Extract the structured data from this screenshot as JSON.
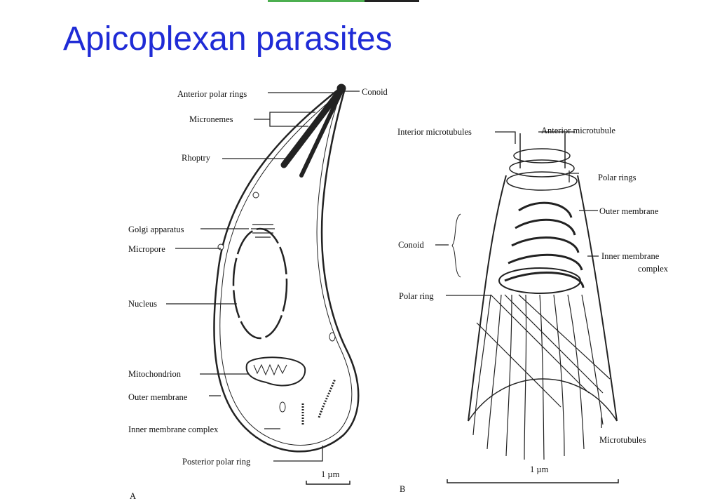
{
  "slide": {
    "title": "Apicoplexan parasites",
    "progress": 0.64
  },
  "colors": {
    "title": "#1f2bd6",
    "progress_fill": "#4caf50",
    "progress_track": "#222222"
  },
  "figure_a": {
    "panel_label": "A",
    "scale": "1 µm",
    "labels": {
      "anterior_polar_rings": "Anterior polar rings",
      "conoid": "Conoid",
      "micronemes": "Micronemes",
      "rhoptry": "Rhoptry",
      "golgi": "Golgi apparatus",
      "micropore": "Micropore",
      "nucleus": "Nucleus",
      "mitochondrion": "Mitochondrion",
      "outer_membrane": "Outer membrane",
      "inner_membrane": "Inner membrane complex",
      "posterior_ring": "Posterior polar ring"
    }
  },
  "figure_b": {
    "panel_label": "B",
    "scale": "1 µm",
    "labels": {
      "interior_microtubules": "Interior microtubules",
      "anterior_microtubule": "Anterior microtubule",
      "polar_rings": "Polar rings",
      "outer_membrane": "Outer membrane",
      "conoid": "Conoid",
      "inner_membrane_1": "Inner membrane",
      "inner_membrane_2": "complex",
      "polar_ring": "Polar ring",
      "microtubules": "Microtubules"
    }
  }
}
